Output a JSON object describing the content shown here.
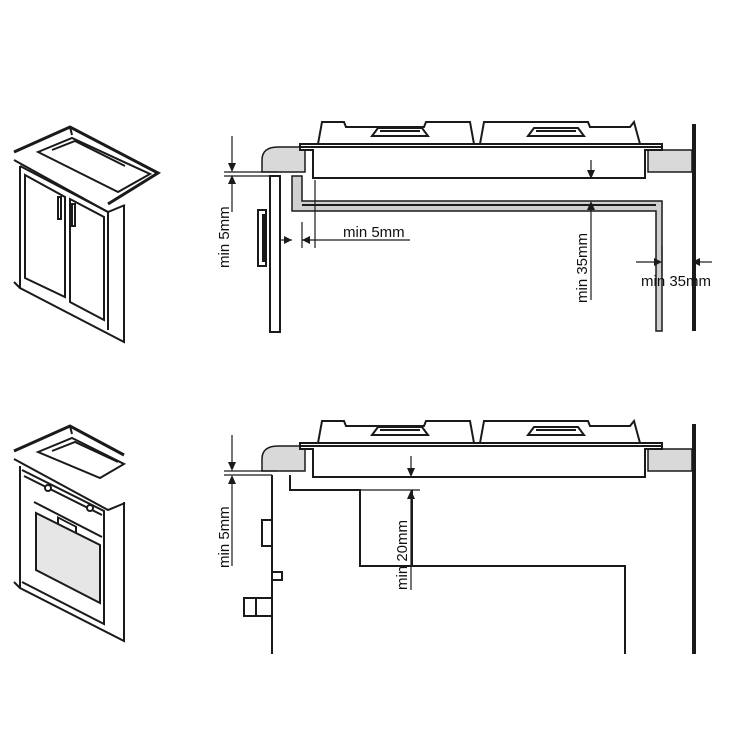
{
  "top_diagram": {
    "labels": {
      "gap_top": "min 5mm",
      "gap_side": "min 5mm",
      "gap_below": "min 35mm",
      "gap_wall": "min 35mm"
    }
  },
  "bottom_diagram": {
    "labels": {
      "gap_top": "min 5mm",
      "gap_below": "min 20mm"
    }
  },
  "colors": {
    "line": "#1a1a1a",
    "worktop_fill": "#d9d9d9",
    "panel_fill": "#d0d0d0",
    "oven_window": "#e6e6e6",
    "background": "#ffffff"
  }
}
